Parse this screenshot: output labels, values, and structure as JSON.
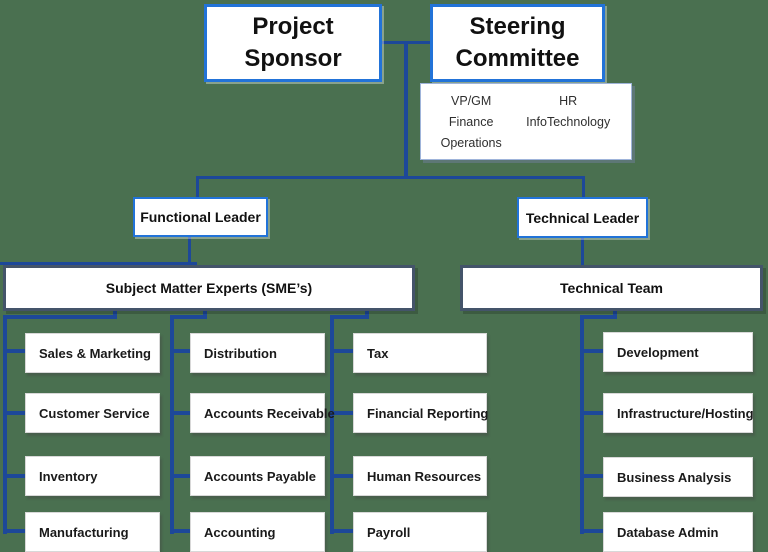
{
  "colors": {
    "background": "#4a7050",
    "connector": "#1d4899",
    "box_border_blue": "#2273d8",
    "bar_border_slate": "#44546a"
  },
  "top": {
    "project_sponsor": "Project Sponsor",
    "steering_committee": "Steering Committee"
  },
  "committee": {
    "members": [
      "VP/GM",
      "HR",
      "Finance",
      "InfoTechnology",
      "Operations"
    ]
  },
  "leaders": {
    "functional": "Functional Leader",
    "technical": "Technical Leader"
  },
  "sme": {
    "title": "Subject Matter Experts (SME’s)",
    "columns": [
      {
        "items": [
          "Sales & Marketing",
          "Customer Service",
          "Inventory",
          "Manufacturing"
        ]
      },
      {
        "items": [
          "Distribution",
          "Accounts Receivable",
          "Accounts Payable",
          "Accounting"
        ]
      },
      {
        "items": [
          "Tax",
          "Financial Reporting",
          "Human Resources",
          "Payroll"
        ]
      }
    ]
  },
  "technical_team": {
    "title": "Technical Team",
    "items": [
      "Development",
      "Infrastructure/Hosting",
      "Business Analysis",
      "Database Admin"
    ]
  }
}
